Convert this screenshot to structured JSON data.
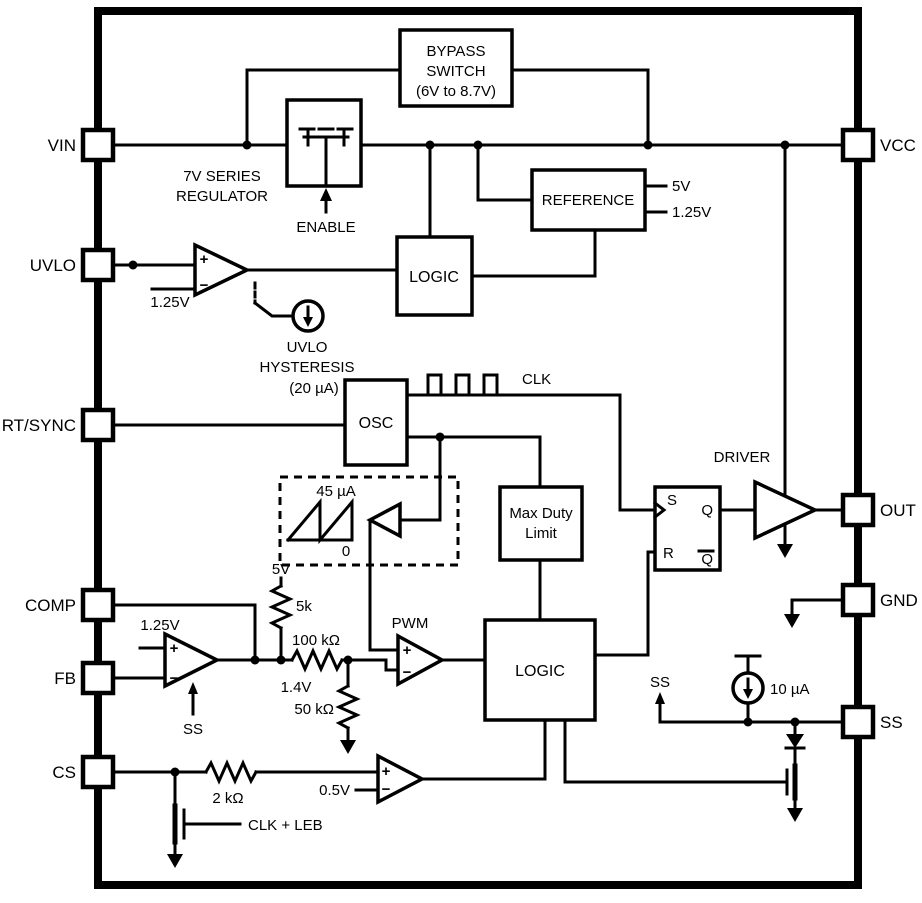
{
  "pins": {
    "vin": "VIN",
    "uvlo": "UVLO",
    "rt_sync": "RT/SYNC",
    "comp": "COMP",
    "fb": "FB",
    "cs": "CS",
    "vcc": "VCC",
    "out": "OUT",
    "gnd": "GND",
    "ss": "SS"
  },
  "bypass": {
    "l1": "BYPASS",
    "l2": "SWITCH",
    "l3": "(6V to 8.7V)"
  },
  "regulator": {
    "l1": "7V SERIES",
    "l2": "REGULATOR",
    "enable": "ENABLE"
  },
  "reference": {
    "label": "REFERENCE",
    "out5v": "5V",
    "out1v25": "1.25V"
  },
  "logic_top": {
    "label": "LOGIC"
  },
  "uvlo_comp": {
    "ref": "1.25V"
  },
  "hysteresis": {
    "l1": "UVLO",
    "l2": "HYSTERESIS",
    "current": "(20 µA)"
  },
  "osc": {
    "label": "OSC",
    "clk": "CLK"
  },
  "ramp": {
    "current": "45 µA",
    "zero": "0"
  },
  "max_duty": {
    "l1": "Max Duty",
    "l2": "Limit"
  },
  "latch": {
    "s": "S",
    "r": "R",
    "q": "Q",
    "qbar": "Q"
  },
  "driver": {
    "label": "DRIVER"
  },
  "logic_bottom": {
    "label": "LOGIC"
  },
  "pwm": {
    "label": "PWM"
  },
  "divider": {
    "supply": "5V",
    "r_pullup": "5k",
    "r_series": "100 kΩ",
    "node_v": "1.4V",
    "r_shunt": "50 kΩ"
  },
  "error_amp": {
    "ref": "1.25V",
    "ss": "SS"
  },
  "cs_section": {
    "r_sense": "2 kΩ",
    "threshold": "0.5V",
    "gate": "CLK + LEB"
  },
  "ss_section": {
    "label": "SS",
    "current": "10 µA"
  },
  "signs": {
    "plus": "+",
    "minus": "−"
  },
  "colors": {
    "line": "#000000",
    "background": "#ffffff"
  }
}
